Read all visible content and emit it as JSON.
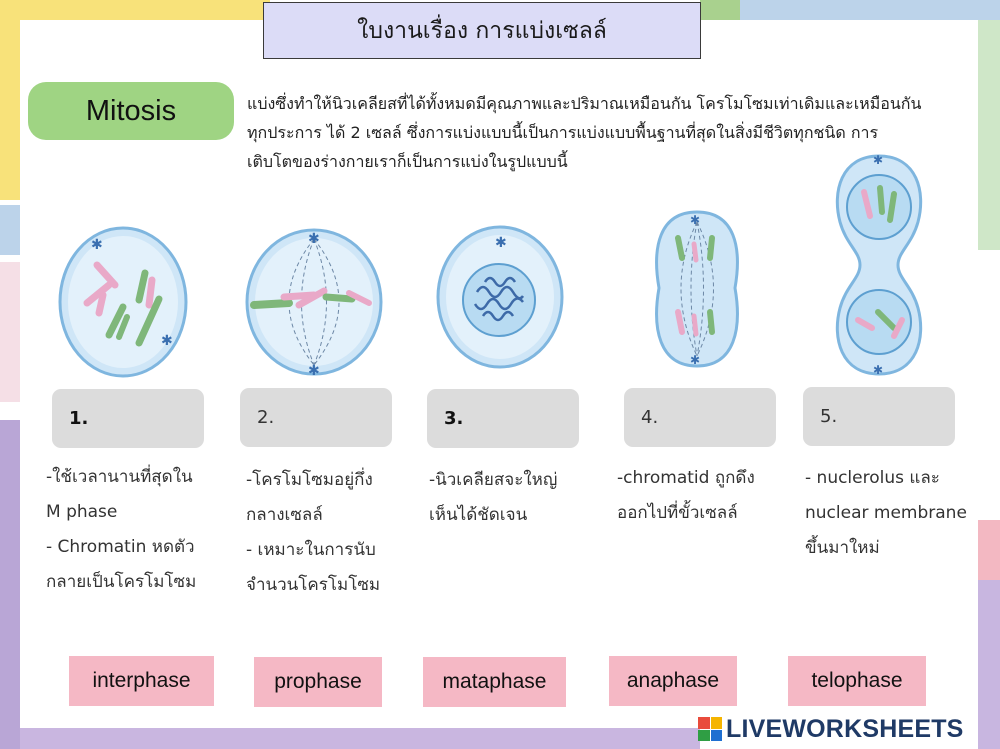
{
  "title": "ใบงานเรื่อง การแบ่งเซลล์",
  "section_label": "Mitosis",
  "intro_lines": [
    "แบ่งซึ่งทำให้นิวเคลียสที่ได้ทั้งหมดมีคุณภาพและปริมาณเหมือนกัน โครโมโซมเท่าเดิมและเหมือนกัน",
    "ทุกประการ ได้ 2 เซลล์ ซึ่งการแบ่งแบบนี้เป็นการแบ่งแบบพื้นฐานที่สุดในสิ่งมีชีวิตทุกชนิด การ",
    "เติบโตของร่างกายเราก็เป็นการแบ่งในรูปแบบนี้"
  ],
  "stages": [
    {
      "number": "1.",
      "desc": [
        "-ใช้เวลานานที่สุดใน",
        "M phase",
        "- Chromatin หดตัว",
        "กลายเป็นโครโมโซม"
      ],
      "answer": "interphase"
    },
    {
      "number": "2.",
      "desc": [
        "-โครโมโซมอยู่กึ่ง",
        "กลางเซลล์",
        "- เหมาะในการนับ",
        "จำนวนโครโมโซม"
      ],
      "answer": "prophase"
    },
    {
      "number": "3.",
      "desc": [
        "-นิวเคลียสจะใหญ่",
        "เห็นได้ชัดเจน"
      ],
      "answer": "mataphase"
    },
    {
      "number": "4.",
      "desc": [
        "-chromatid ถูกดึง",
        "ออกไปที่ขั้วเซลล์"
      ],
      "answer": "anaphase"
    },
    {
      "number": "5.",
      "desc": [
        "- nuclerolus และ",
        "nuclear membrane",
        "ขึ้นมาใหม่"
      ],
      "answer": "telophase"
    }
  ],
  "logo_text": "LIVEWORKSHEETS",
  "colors": {
    "title_bg": "#dcdcf7",
    "label_green": "#9fd483",
    "number_box": "#dcdcdc",
    "answer_pink": "#f5b8c5",
    "cell_fill": "#cfe6f7",
    "cell_border": "#7fb6df",
    "chromosome_pink": "#e9a9c8",
    "chromosome_green": "#7fb77a"
  }
}
